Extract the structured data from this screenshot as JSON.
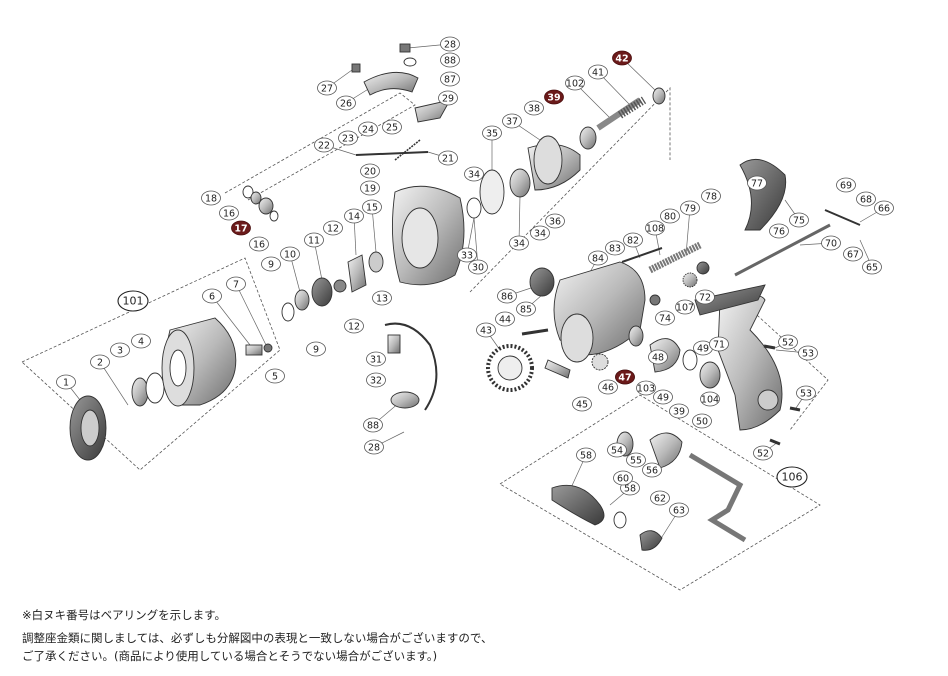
{
  "diagram": {
    "part_labels": [
      "1",
      "2",
      "3",
      "4",
      "5",
      "6",
      "7",
      "9",
      "9",
      "10",
      "11",
      "12",
      "12",
      "13",
      "14",
      "15",
      "16",
      "16",
      "17",
      "18",
      "19",
      "20",
      "21",
      "22",
      "23",
      "24",
      "25",
      "26",
      "27",
      "28",
      "28",
      "29",
      "30",
      "31",
      "32",
      "33",
      "34",
      "34",
      "34",
      "35",
      "36",
      "37",
      "38",
      "39",
      "39",
      "39",
      "41",
      "42",
      "43",
      "44",
      "45",
      "46",
      "47",
      "48",
      "49",
      "49",
      "50",
      "52",
      "52",
      "53",
      "53",
      "54",
      "55",
      "56",
      "58",
      "58",
      "60",
      "62",
      "63",
      "65",
      "66",
      "67",
      "68",
      "69",
      "70",
      "71",
      "72",
      "74",
      "75",
      "76",
      "77",
      "78",
      "79",
      "80",
      "82",
      "83",
      "84",
      "85",
      "86",
      "87",
      "88",
      "88",
      "101",
      "102",
      "103",
      "104",
      "106",
      "107",
      "108"
    ],
    "highlighted_labels": [
      "17",
      "39",
      "42",
      "47"
    ],
    "group_labels": [
      "101",
      "106"
    ]
  },
  "notes": {
    "line1": "※白ヌキ番号はベアリングを示します。",
    "line2": "調整座金類に関しましては、必ずしも分解図中の表現と一致しない場合がございますので、",
    "line3": "ご了承ください。(商品により使用している場合とそうでない場合がございます。)"
  }
}
